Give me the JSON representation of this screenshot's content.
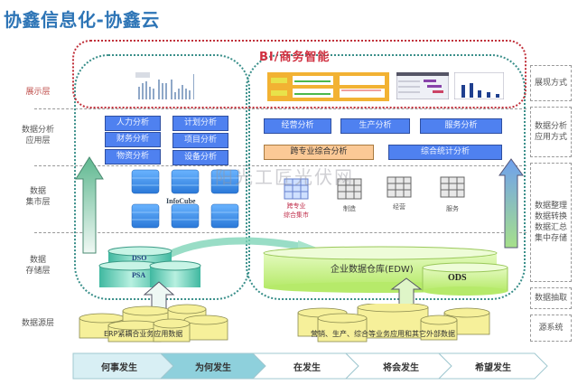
{
  "title": "协鑫信息化-协鑫云",
  "layers": {
    "presentation": "展示层",
    "analysis_line1": "数据分析",
    "analysis_line2": "应用层",
    "mart_line1": "数据",
    "mart_line2": "集市层",
    "storage_line1": "数据",
    "storage_line2": "存储层",
    "source": "数据源层"
  },
  "bi": {
    "title": "BI/商务智能"
  },
  "left_analysis": [
    "人力分析",
    "计划分析",
    "财务分析",
    "项目分析",
    "物资分析",
    "设备分析"
  ],
  "right_analysis": {
    "row1": [
      "经营分析",
      "生产分析",
      "服务分析"
    ],
    "cross": "跨专业综合分析",
    "stats": "综合统计分析"
  },
  "infocube_label": "InfoCube",
  "marts": [
    {
      "label_line1": "跨专业",
      "label_line2": "综合集市"
    },
    {
      "label_line1": "制造",
      "label_line2": ""
    },
    {
      "label_line1": "经营",
      "label_line2": ""
    },
    {
      "label_line1": "服务",
      "label_line2": ""
    }
  ],
  "storage": {
    "dso": "DSO",
    "psa": "PSA",
    "edw": "企业数据仓库(EDW)",
    "ods": "ODS"
  },
  "sources": {
    "left": "ERP紧耦合业务应用数据",
    "right": "营销、生产、综合等业务应用和其它外部数据"
  },
  "side_tags": [
    {
      "line1": "展现方式",
      "line2": "",
      "line3": "",
      "line4": ""
    },
    {
      "line1": "数据分析",
      "line2": "应用方式",
      "line3": "",
      "line4": ""
    },
    {
      "line1": "数据整理",
      "line2": "数据转换",
      "line3": "数据汇总",
      "line4": "集中存储"
    },
    {
      "line1": "数据抽取",
      "line2": "",
      "line3": "",
      "line4": ""
    },
    {
      "line1": "源系统",
      "line2": "",
      "line3": "",
      "line4": ""
    }
  ],
  "steps": [
    "何事发生",
    "为何发生",
    "在发生",
    "将会发生",
    "希望发生"
  ],
  "watermark": "阳光工匠光伏网",
  "colors": {
    "title_blue": "#2e75b6",
    "bi_red": "#d03040",
    "analysis_blue": "#4f81f0",
    "cross_orange": "#fbc996",
    "edw_green": "#c8f08a",
    "source_yellow": "#f6f09a",
    "cube_blue": "#3a8ee8",
    "dso_teal": "#6fcfb8"
  }
}
